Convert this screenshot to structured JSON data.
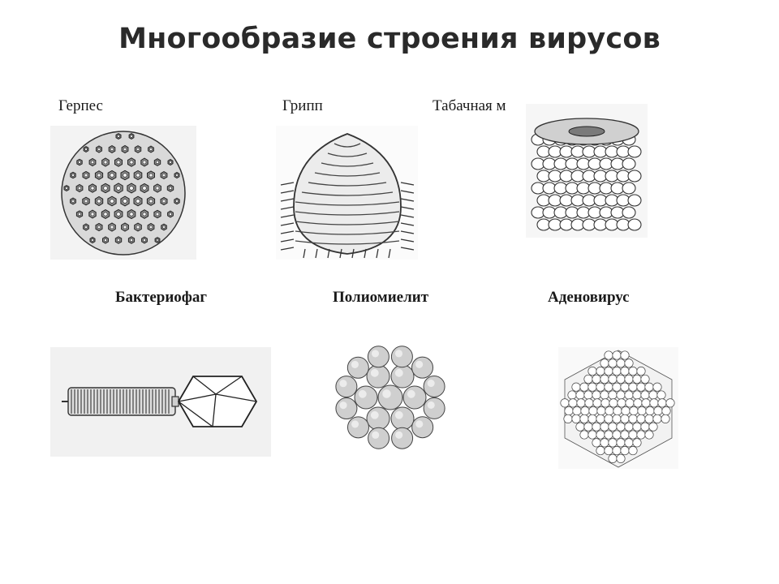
{
  "slide": {
    "title": "Многообразие строения вирусов",
    "labels": {
      "herpes": "Герпес",
      "influenza": "Грипп",
      "tobacco": "Табачная м",
      "bacteriophage": "Бактериофаг",
      "polio": "Полиомиелит",
      "adeno": "Аденовирус"
    }
  },
  "colors": {
    "ink": "#1a1a1a",
    "drawing": "#333333",
    "shade": "#9a9a9a",
    "figure_bg": "#f1f1f1"
  }
}
